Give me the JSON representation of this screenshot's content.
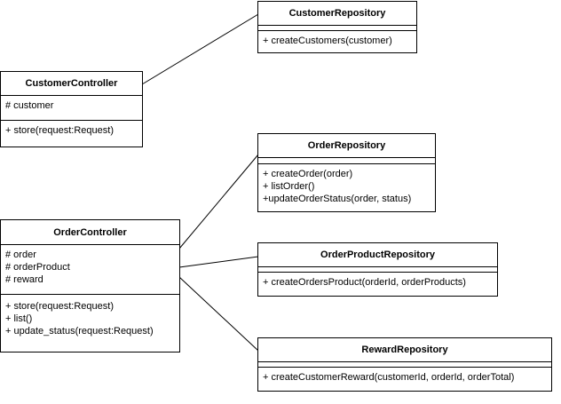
{
  "classes": {
    "customer_repository": {
      "name": "CustomerRepository",
      "attributes": [],
      "methods": [
        "+ createCustomers(customer)"
      ]
    },
    "customer_controller": {
      "name": "CustomerController",
      "attributes": [
        "# customer"
      ],
      "methods": [
        "+ store(request:Request)"
      ]
    },
    "order_repository": {
      "name": "OrderRepository",
      "attributes": [],
      "methods": [
        "+ createOrder(order)",
        "+ listOrder()",
        "+updateOrderStatus(order, status)"
      ]
    },
    "order_controller": {
      "name": "OrderController",
      "attributes": [
        "# order",
        "# orderProduct",
        "# reward"
      ],
      "methods": [
        "+ store(request:Request)",
        "+ list()",
        "+ update_status(request:Request)"
      ]
    },
    "order_product_repository": {
      "name": "OrderProductRepository",
      "attributes": [],
      "methods": [
        "+ createOrdersProduct(orderId, orderProducts)"
      ]
    },
    "reward_repository": {
      "name": "RewardRepository",
      "attributes": [],
      "methods": [
        "+ createCustomerReward(customerId, orderId, orderTotal)"
      ]
    }
  },
  "connections": [
    {
      "from": "customer_controller",
      "to": "customer_repository"
    },
    {
      "from": "order_controller",
      "to": "order_repository"
    },
    {
      "from": "order_controller",
      "to": "order_product_repository"
    },
    {
      "from": "order_controller",
      "to": "reward_repository"
    }
  ]
}
